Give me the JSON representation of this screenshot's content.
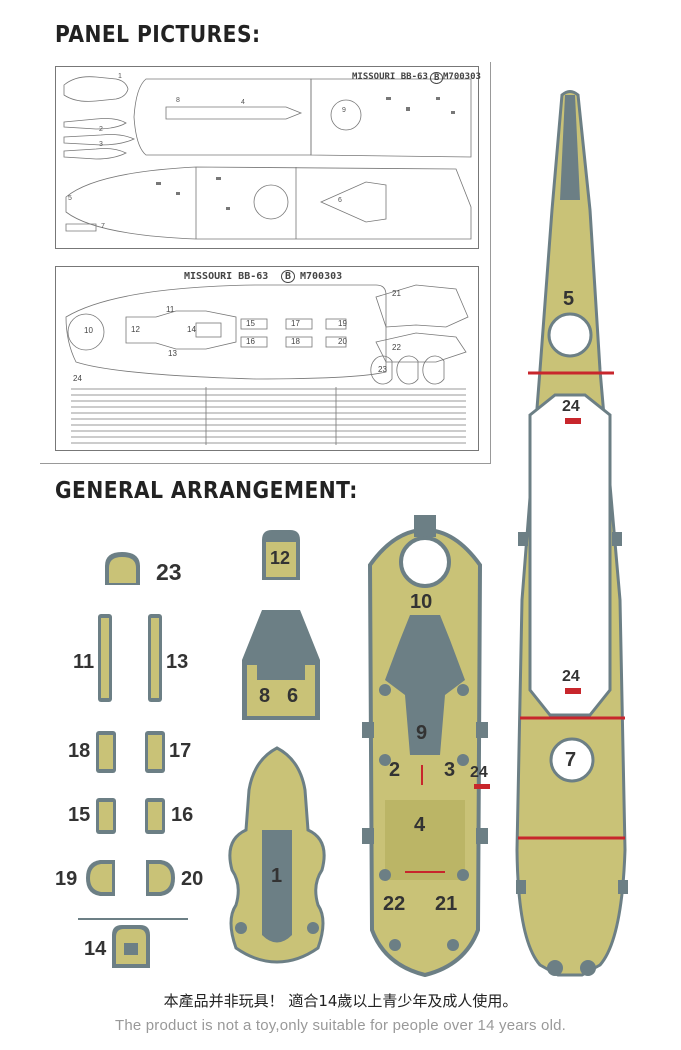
{
  "headings": {
    "panel_pictures": "PANEL PICTURES:",
    "general_arrangement": "GENERAL ARRANGEMENT:"
  },
  "sheet_a": {
    "name": "MISSOURI BB-63",
    "variant": "B",
    "code": "M700303",
    "part_numbers": [
      "1",
      "2",
      "3",
      "4",
      "5",
      "6",
      "7",
      "8",
      "9"
    ]
  },
  "sheet_b": {
    "name": "MISSOURI BB-63",
    "variant": "B",
    "code": "M700303",
    "part_numbers": [
      "10",
      "11",
      "12",
      "13",
      "14",
      "15",
      "16",
      "17",
      "18",
      "19",
      "20",
      "21",
      "22",
      "23",
      "24"
    ]
  },
  "parts": {
    "p23": "23",
    "p11": "11",
    "p13": "13",
    "p18": "18",
    "p17": "17",
    "p15": "15",
    "p16": "16",
    "p19": "19",
    "p20": "20",
    "p14": "14",
    "p12": "12",
    "p8": "8",
    "p6": "6",
    "p1": "1",
    "p10": "10",
    "p9": "9",
    "p2": "2",
    "p3": "3",
    "p24a": "24",
    "p4": "4",
    "p22": "22",
    "p21": "21",
    "p5": "5",
    "p24b": "24",
    "p24c": "24",
    "p7": "7"
  },
  "colors": {
    "deck_wood": "#c9c277",
    "steel_grey": "#6c7f85",
    "marker_red": "#c8262c"
  },
  "footer": {
    "chinese": "本產品并非玩具！ 適合14歲以上青少年及成人使用。",
    "english": "The product is not a toy,only suitable for people over 14 years old."
  }
}
